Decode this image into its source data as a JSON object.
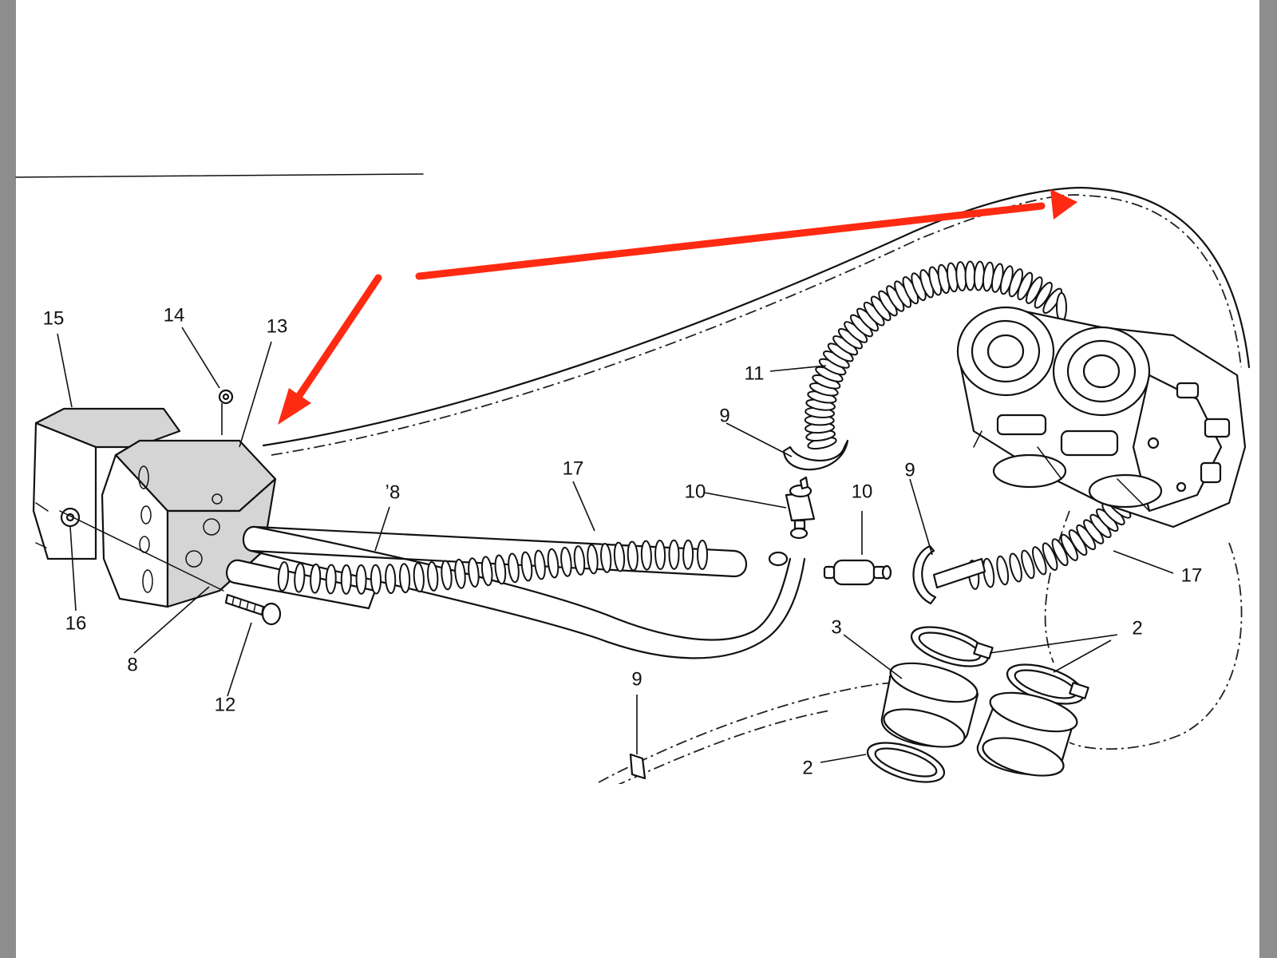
{
  "image": {
    "width": 1600,
    "height": 1200
  },
  "annotation_color": "#ff2a12",
  "frame_color": "#8d8d8d",
  "callouts": [
    {
      "id": "c15",
      "text": "15"
    },
    {
      "id": "c14",
      "text": "14"
    },
    {
      "id": "c13",
      "text": "13"
    },
    {
      "id": "c16",
      "text": "16"
    },
    {
      "id": "c8a",
      "text": "8"
    },
    {
      "id": "c12",
      "text": "12"
    },
    {
      "id": "c8b",
      "text": "ʼ8"
    },
    {
      "id": "c17a",
      "text": "17"
    },
    {
      "id": "c10a",
      "text": "10"
    },
    {
      "id": "c9a",
      "text": "9"
    },
    {
      "id": "c11",
      "text": "11"
    },
    {
      "id": "c10b",
      "text": "10"
    },
    {
      "id": "c9b",
      "text": "9"
    },
    {
      "id": "c17b",
      "text": "17"
    },
    {
      "id": "c3",
      "text": "3"
    },
    {
      "id": "c2a",
      "text": "2"
    },
    {
      "id": "c9c",
      "text": "9"
    },
    {
      "id": "c2b",
      "text": "2"
    }
  ]
}
